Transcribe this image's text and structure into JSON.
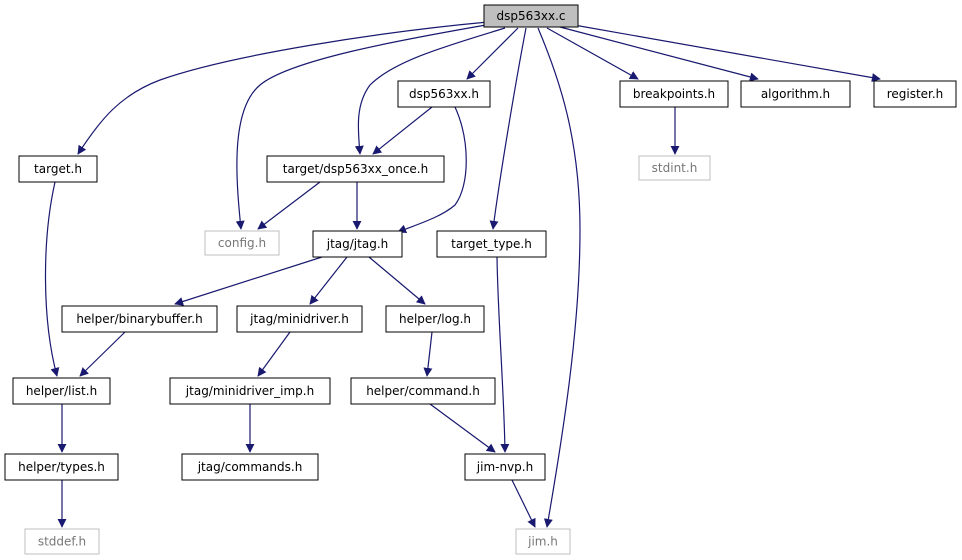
{
  "diagram": {
    "colors": {
      "edge": "#191970",
      "root_fill": "#bfbfbf",
      "node_border": "#000000",
      "external_border": "#bfbfbf"
    },
    "nodes": [
      {
        "id": "dsp563xx_c",
        "label": "dsp563xx.c",
        "kind": "root"
      },
      {
        "id": "target_h",
        "label": "target.h",
        "kind": "normal"
      },
      {
        "id": "config_h",
        "label": "config.h",
        "kind": "external"
      },
      {
        "id": "dsp563xx_h",
        "label": "dsp563xx.h",
        "kind": "normal"
      },
      {
        "id": "once_h",
        "label": "target/dsp563xx_once.h",
        "kind": "normal"
      },
      {
        "id": "jtag_h",
        "label": "jtag/jtag.h",
        "kind": "normal"
      },
      {
        "id": "target_type_h",
        "label": "target_type.h",
        "kind": "normal"
      },
      {
        "id": "breakpoints_h",
        "label": "breakpoints.h",
        "kind": "normal"
      },
      {
        "id": "algorithm_h",
        "label": "algorithm.h",
        "kind": "normal"
      },
      {
        "id": "register_h",
        "label": "register.h",
        "kind": "normal"
      },
      {
        "id": "stdint_h",
        "label": "stdint.h",
        "kind": "external"
      },
      {
        "id": "binarybuffer_h",
        "label": "helper/binarybuffer.h",
        "kind": "normal"
      },
      {
        "id": "minidriver_h",
        "label": "jtag/minidriver.h",
        "kind": "normal"
      },
      {
        "id": "log_h",
        "label": "helper/log.h",
        "kind": "normal"
      },
      {
        "id": "list_h",
        "label": "helper/list.h",
        "kind": "normal"
      },
      {
        "id": "minidriver_imp_h",
        "label": "jtag/minidriver_imp.h",
        "kind": "normal"
      },
      {
        "id": "command_h",
        "label": "helper/command.h",
        "kind": "normal"
      },
      {
        "id": "types_h",
        "label": "helper/types.h",
        "kind": "normal"
      },
      {
        "id": "commands_h",
        "label": "jtag/commands.h",
        "kind": "normal"
      },
      {
        "id": "jim_nvp_h",
        "label": "jim-nvp.h",
        "kind": "normal"
      },
      {
        "id": "stddef_h",
        "label": "stddef.h",
        "kind": "external"
      },
      {
        "id": "jim_h",
        "label": "jim.h",
        "kind": "external"
      }
    ],
    "edges": [
      {
        "from": "dsp563xx_c",
        "to": "target_h"
      },
      {
        "from": "dsp563xx_c",
        "to": "config_h"
      },
      {
        "from": "dsp563xx_c",
        "to": "dsp563xx_h"
      },
      {
        "from": "dsp563xx_c",
        "to": "once_h"
      },
      {
        "from": "dsp563xx_c",
        "to": "target_type_h"
      },
      {
        "from": "dsp563xx_c",
        "to": "jim_h"
      },
      {
        "from": "dsp563xx_c",
        "to": "breakpoints_h"
      },
      {
        "from": "dsp563xx_c",
        "to": "algorithm_h"
      },
      {
        "from": "dsp563xx_c",
        "to": "register_h"
      },
      {
        "from": "dsp563xx_h",
        "to": "once_h"
      },
      {
        "from": "dsp563xx_h",
        "to": "jtag_h"
      },
      {
        "from": "once_h",
        "to": "config_h"
      },
      {
        "from": "once_h",
        "to": "jtag_h"
      },
      {
        "from": "breakpoints_h",
        "to": "stdint_h"
      },
      {
        "from": "target_h",
        "to": "list_h"
      },
      {
        "from": "jtag_h",
        "to": "binarybuffer_h"
      },
      {
        "from": "jtag_h",
        "to": "minidriver_h"
      },
      {
        "from": "jtag_h",
        "to": "log_h"
      },
      {
        "from": "target_type_h",
        "to": "jim_nvp_h"
      },
      {
        "from": "binarybuffer_h",
        "to": "list_h"
      },
      {
        "from": "minidriver_h",
        "to": "minidriver_imp_h"
      },
      {
        "from": "log_h",
        "to": "command_h"
      },
      {
        "from": "list_h",
        "to": "types_h"
      },
      {
        "from": "minidriver_imp_h",
        "to": "commands_h"
      },
      {
        "from": "command_h",
        "to": "jim_nvp_h"
      },
      {
        "from": "types_h",
        "to": "stddef_h"
      },
      {
        "from": "jim_nvp_h",
        "to": "jim_h"
      }
    ]
  }
}
